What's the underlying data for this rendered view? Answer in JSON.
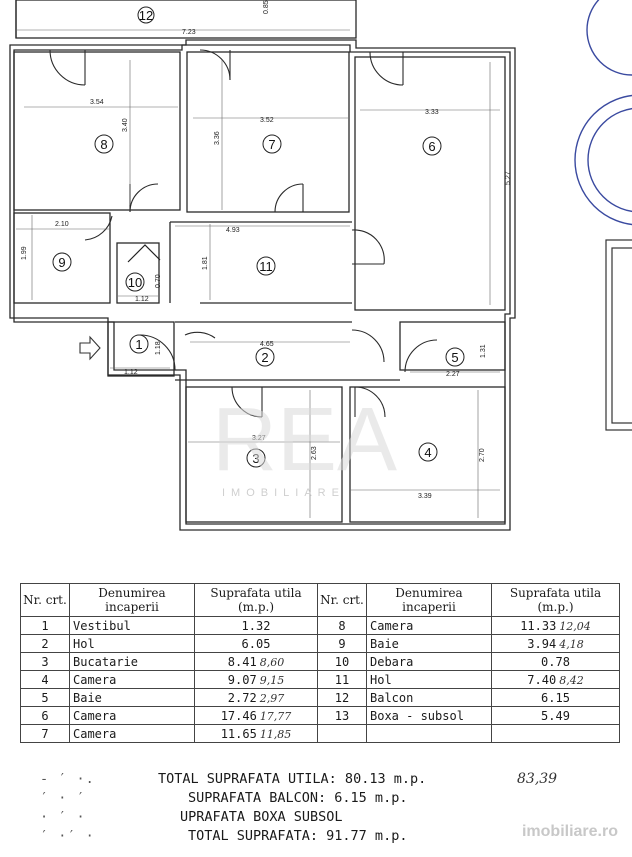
{
  "plan": {
    "room_numbers": [
      "1",
      "2",
      "3",
      "4",
      "5",
      "6",
      "7",
      "8",
      "9",
      "10",
      "11",
      "12"
    ],
    "dimensions": [
      "7.23",
      "0.85",
      "3.54",
      "3.40",
      "3.52",
      "3.36",
      "3.33",
      "5.27",
      "2.10",
      "1.99",
      "4.93",
      "1.81",
      "0.70",
      "1.12",
      "1.18",
      "1.12",
      "4.65",
      "2.27",
      "1.31",
      "3.27",
      "2.63",
      "2.70",
      "3.39"
    ],
    "watermark": "REA",
    "watermark_sub": "IMOBILIARE"
  },
  "table": {
    "headers": {
      "nr": "Nr. crt.",
      "denumire": "Denumirea incaperii",
      "suprafata": "Suprafata utila (m.p.)"
    },
    "rows_left": [
      {
        "nr": "1",
        "name": "Vestibul",
        "area": "1.32",
        "note": ""
      },
      {
        "nr": "2",
        "name": "Hol",
        "area": "6.05",
        "note": ""
      },
      {
        "nr": "3",
        "name": "Bucatarie",
        "area": "8.41",
        "note": "8,60"
      },
      {
        "nr": "4",
        "name": "Camera",
        "area": "9.07",
        "note": "9,15"
      },
      {
        "nr": "5",
        "name": "Baie",
        "area": "2.72",
        "note": "2,97"
      },
      {
        "nr": "6",
        "name": "Camera",
        "area": "17.46",
        "note": "17,77"
      },
      {
        "nr": "7",
        "name": "Camera",
        "area": "11.65",
        "note": "11,85"
      }
    ],
    "rows_right": [
      {
        "nr": "8",
        "name": "Camera",
        "area": "11.33",
        "note": "12,04"
      },
      {
        "nr": "9",
        "name": "Baie",
        "area": "3.94",
        "note": "4,18"
      },
      {
        "nr": "10",
        "name": "Debara",
        "area": "0.78",
        "note": ""
      },
      {
        "nr": "11",
        "name": "Hol",
        "area": "7.40",
        "note": "8,42"
      },
      {
        "nr": "12",
        "name": "Balcon",
        "area": "6.15",
        "note": ""
      },
      {
        "nr": "13",
        "name": "Boxa - subsol",
        "area": "5.49",
        "note": ""
      }
    ]
  },
  "totals": {
    "utila": "TOTAL SUPRAFATA UTILA: 80.13 m.p.",
    "utila_note": "83,39",
    "balcon": "SUPRAFATA BALCON: 6.15 m.p.",
    "boxa": "UPRAFATA BOXA SUBSOL",
    "total": "TOTAL SUPRAFATA: 91.77 m.p."
  },
  "site_watermark": "imobiliare.ro"
}
